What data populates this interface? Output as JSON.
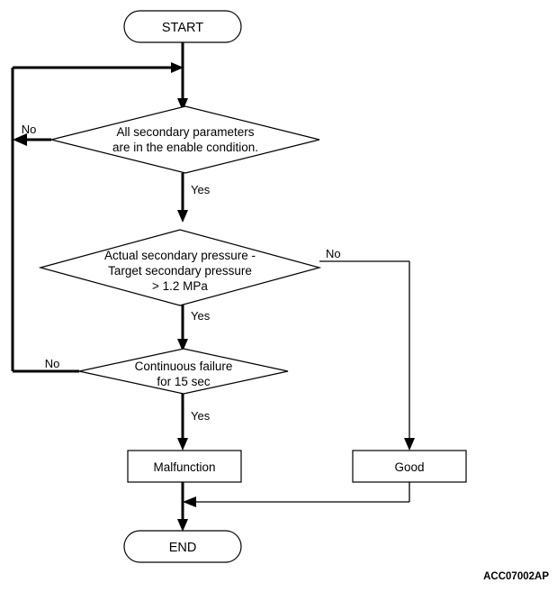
{
  "diagram": {
    "type": "flowchart",
    "reference_code": "ACC07002AP",
    "colors": {
      "background": "#ffffff",
      "line": "#000000",
      "text": "#000000"
    },
    "nodes": {
      "start": {
        "shape": "terminator",
        "label": "START"
      },
      "decision_1": {
        "shape": "decision",
        "line1": "All secondary parameters",
        "line2": "are in the enable condition.",
        "yes_label": "Yes",
        "no_label": "No"
      },
      "decision_2": {
        "shape": "decision",
        "line1": "Actual secondary pressure -",
        "line2": "Target secondary pressure",
        "line3": "> 1.2 MPa",
        "yes_label": "Yes",
        "no_label": "No"
      },
      "decision_3": {
        "shape": "decision",
        "line1": "Continuous failure",
        "line2": "for 15 sec",
        "yes_label": "Yes",
        "no_label": "No"
      },
      "malfunction": {
        "shape": "process",
        "label": "Malfunction"
      },
      "good": {
        "shape": "process",
        "label": "Good"
      },
      "end": {
        "shape": "terminator",
        "label": "END"
      }
    }
  }
}
